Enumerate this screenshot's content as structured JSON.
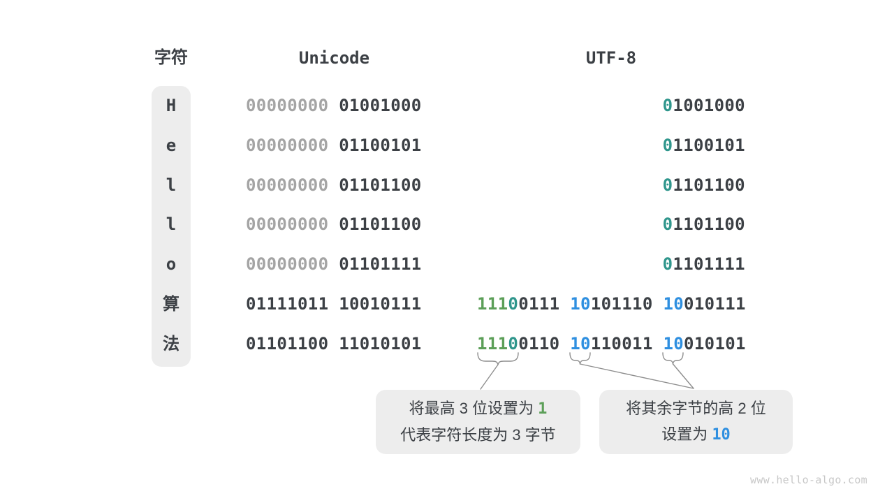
{
  "colors": {
    "dark": "#3c4045",
    "gray": "#a4a4a4",
    "green": "#5c9f58",
    "teal": "#2f968c",
    "blue": "#2e8fe0",
    "panel_gray": "#ededed",
    "connector_gray": "#8e8e8e"
  },
  "headers": {
    "char": "字符",
    "unicode": "Unicode",
    "utf8": "UTF-8"
  },
  "table": {
    "rows": [
      {
        "char": "H",
        "unicode": [
          [
            "00000000 ",
            "gray"
          ],
          [
            "01001000",
            "dark"
          ]
        ],
        "utf8": [
          [
            "0",
            "teal"
          ],
          [
            "1001000",
            "dark"
          ]
        ]
      },
      {
        "char": "e",
        "unicode": [
          [
            "00000000 ",
            "gray"
          ],
          [
            "01100101",
            "dark"
          ]
        ],
        "utf8": [
          [
            "0",
            "teal"
          ],
          [
            "1100101",
            "dark"
          ]
        ]
      },
      {
        "char": "l",
        "unicode": [
          [
            "00000000 ",
            "gray"
          ],
          [
            "01101100",
            "dark"
          ]
        ],
        "utf8": [
          [
            "0",
            "teal"
          ],
          [
            "1101100",
            "dark"
          ]
        ]
      },
      {
        "char": "l",
        "unicode": [
          [
            "00000000 ",
            "gray"
          ],
          [
            "01101100",
            "dark"
          ]
        ],
        "utf8": [
          [
            "0",
            "teal"
          ],
          [
            "1101100",
            "dark"
          ]
        ]
      },
      {
        "char": "o",
        "unicode": [
          [
            "00000000 ",
            "gray"
          ],
          [
            "01101111",
            "dark"
          ]
        ],
        "utf8": [
          [
            "0",
            "teal"
          ],
          [
            "1101111",
            "dark"
          ]
        ]
      },
      {
        "char": "算",
        "unicode": [
          [
            "01111011 10010111",
            "dark"
          ]
        ],
        "utf8": [
          [
            "111",
            "green"
          ],
          [
            "0",
            "teal"
          ],
          [
            "0111 ",
            "dark"
          ],
          [
            "10",
            "blue"
          ],
          [
            "101110 ",
            "dark"
          ],
          [
            "10",
            "blue"
          ],
          [
            "010111",
            "dark"
          ]
        ]
      },
      {
        "char": "法",
        "unicode": [
          [
            "01101100 11010101",
            "dark"
          ]
        ],
        "utf8": [
          [
            "111",
            "green"
          ],
          [
            "0",
            "teal"
          ],
          [
            "0110 ",
            "dark"
          ],
          [
            "10",
            "blue"
          ],
          [
            "110011 ",
            "dark"
          ],
          [
            "10",
            "blue"
          ],
          [
            "010101",
            "dark"
          ]
        ]
      }
    ]
  },
  "annotations": {
    "leading_byte": {
      "lines": [
        [
          [
            "将最高 3 位设置为 ",
            "plain"
          ],
          [
            "1",
            "green-bold"
          ]
        ],
        [
          [
            "代表字符长度为 3 字节",
            "plain"
          ]
        ]
      ]
    },
    "continuation_byte": {
      "lines": [
        [
          [
            "将其余字节的高 2 位",
            "plain"
          ]
        ],
        [
          [
            "设置为 ",
            "plain"
          ],
          [
            "10",
            "blue-bold"
          ]
        ]
      ]
    }
  },
  "watermark": "www.hello-algo.com"
}
